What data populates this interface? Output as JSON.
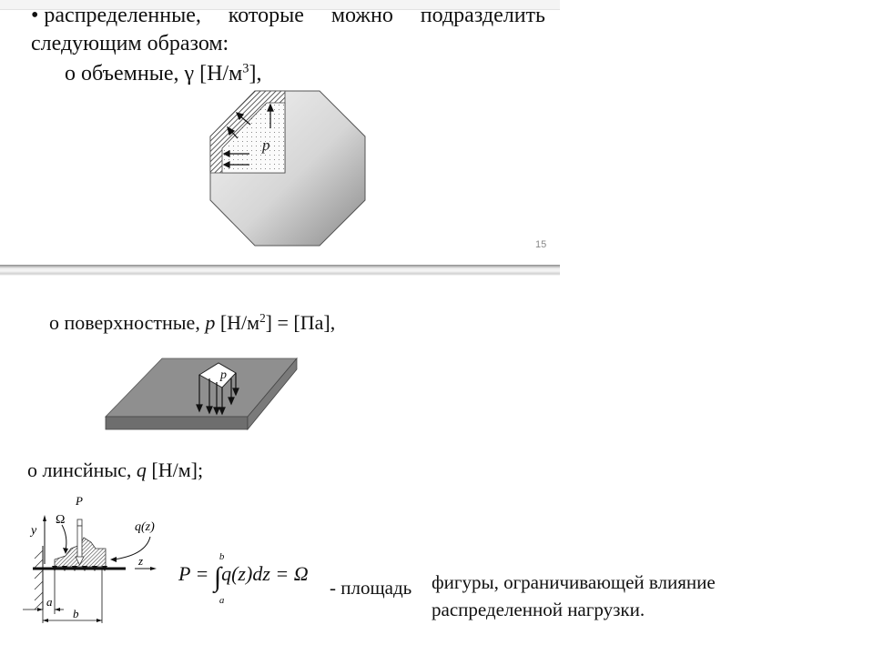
{
  "slide1": {
    "bullet_words": [
      "• распределенные,",
      "которые",
      "можно",
      "подразделить"
    ],
    "line2": "следующим образом:",
    "item_volumetric": {
      "prefix": "o объемные, ",
      "symbol": "γ",
      "unit_open": " [Н/м",
      "unit_exp": "3",
      "unit_close": "],"
    },
    "figure_label": "p",
    "page_number": "15"
  },
  "slide2": {
    "item_surface": {
      "prefix": "o поверхностные, ",
      "symbol": "p",
      "unit_open": " [Н/м",
      "unit_exp": "2",
      "unit_close": "] = [Па],"
    },
    "surface_figure_label": "p",
    "item_linear": {
      "prefix": "o линсйныс, ",
      "symbol": "q",
      "unit": " [Н/м];"
    },
    "beam_figure": {
      "label_P": "P",
      "label_omega": "Ω",
      "label_q": "q(z)",
      "label_y": "y",
      "label_z": "z",
      "label_a": "a",
      "label_b": "b"
    },
    "formula": {
      "lhs": "P = ",
      "integral": "∫",
      "upper": "b",
      "lower": "a",
      "integrand": "q(z)dz = Ω"
    },
    "formula_suffix": "- площадь",
    "description_line1": "фигуры, ограничивающей влияние",
    "description_line2": "распределенной нагрузки."
  },
  "colors": {
    "divider": "#bdbdbd",
    "plate_gray": "#8c8c8c",
    "text": "#111111"
  }
}
